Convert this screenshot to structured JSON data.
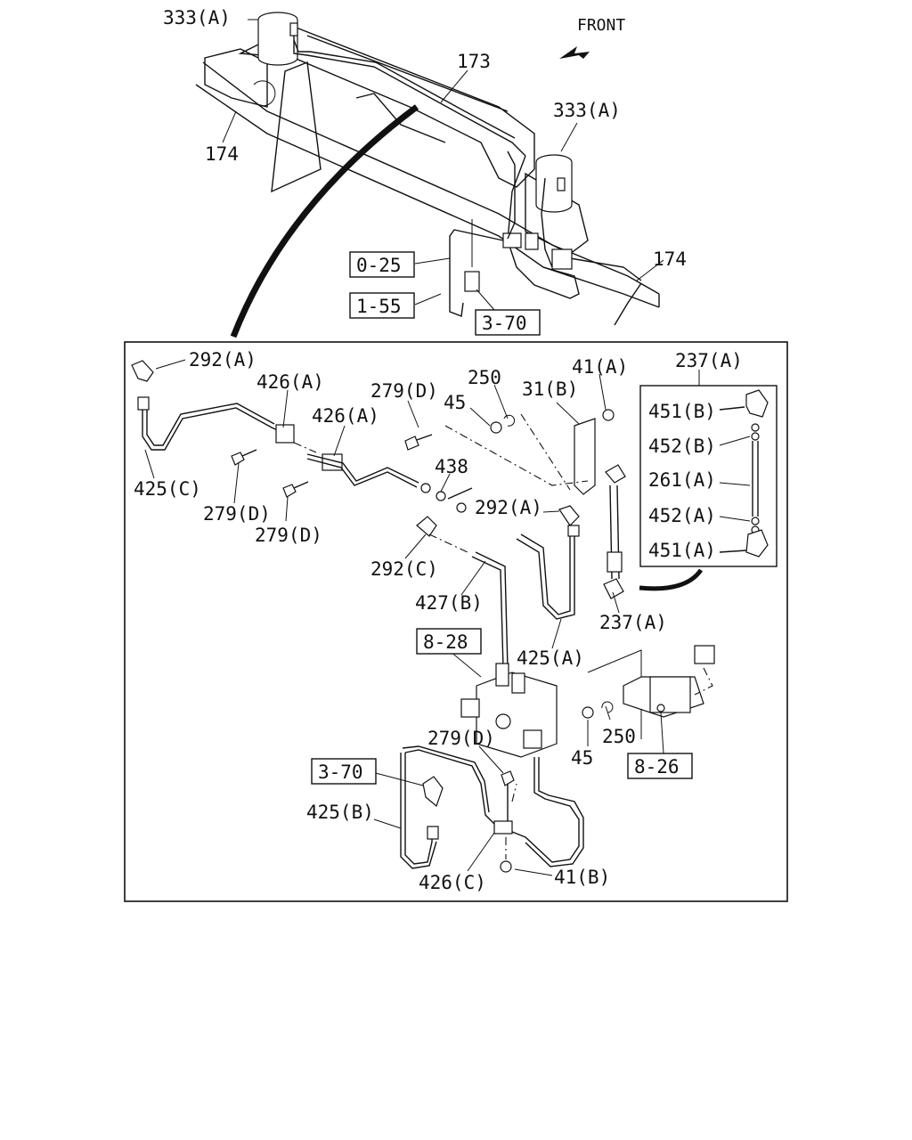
{
  "front_label": "FRONT",
  "top_labels": {
    "tank_left": "333(A)",
    "tank_right": "333(A)",
    "crossmember": "173",
    "frame_left": "174",
    "frame_right": "174"
  },
  "top_refs": {
    "ref_0_25": "0-25",
    "ref_1_55": "1-55",
    "ref_3_70": "3-70"
  },
  "detail_labels": {
    "l292a_top": "292(A)",
    "l426a_1": "426(A)",
    "l426a_2": "426(A)",
    "l279d_top": "279(D)",
    "l250_top": "250",
    "l45_top": "45",
    "l31b": "31(B)",
    "l41a": "41(A)",
    "l237a_top": "237(A)",
    "l438": "438",
    "l292a_mid": "292(A)",
    "l425c": "425(C)",
    "l279d_left1": "279(D)",
    "l279d_left2": "279(D)",
    "l292c": "292(C)",
    "l427b": "427(B)",
    "l425a": "425(A)",
    "l237a_mid": "237(A)",
    "l279d_bottom": "279(D)",
    "l250_bottom": "250",
    "l45_bottom": "45",
    "l425b": "425(B)",
    "l426c": "426(C)",
    "l41b": "41(B)"
  },
  "detail_refs": {
    "ref_8_28": "8-28",
    "ref_8_26": "8-26",
    "ref_3_70": "3-70"
  },
  "hose_assembly": {
    "l451b": "451(B)",
    "l452b": "452(B)",
    "l261a": "261(A)",
    "l452a": "452(A)",
    "l451a": "451(A)"
  }
}
